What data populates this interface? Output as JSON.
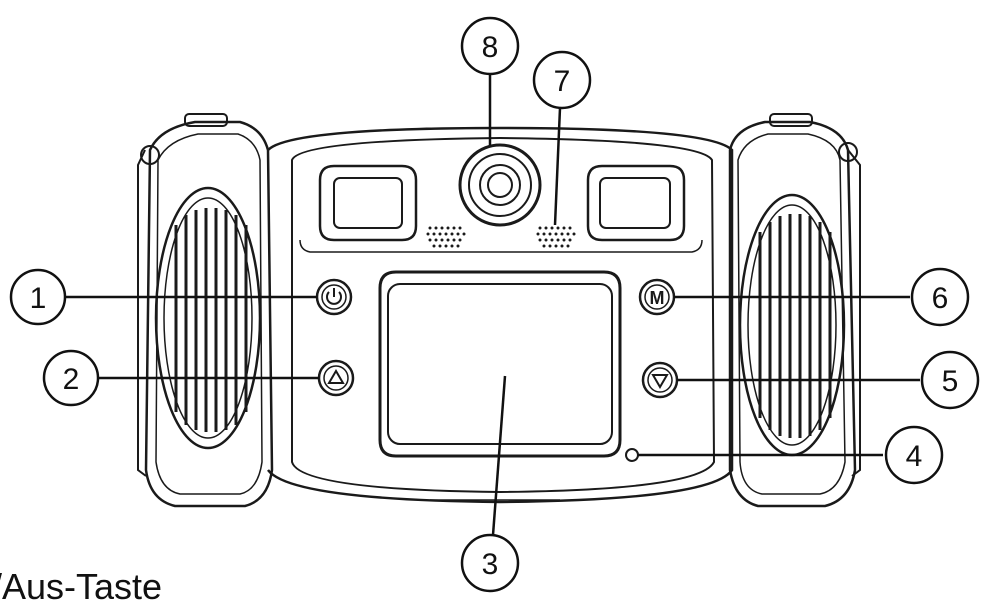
{
  "diagram": {
    "callouts": [
      {
        "id": "c1",
        "label": "1"
      },
      {
        "id": "c2",
        "label": "2"
      },
      {
        "id": "c3",
        "label": "3"
      },
      {
        "id": "c4",
        "label": "4"
      },
      {
        "id": "c5",
        "label": "5"
      },
      {
        "id": "c6",
        "label": "6"
      },
      {
        "id": "c7",
        "label": "7"
      },
      {
        "id": "c8",
        "label": "8"
      }
    ],
    "button_glyphs": {
      "mode_button": "M"
    },
    "caption": "/Aus-Taste"
  }
}
